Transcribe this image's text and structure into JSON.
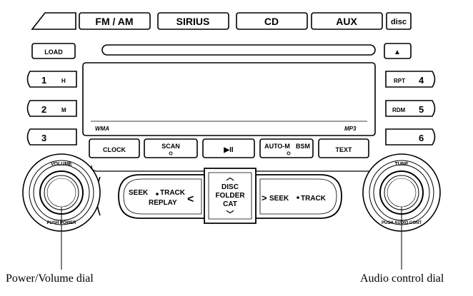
{
  "top_buttons": {
    "fm_am": "FM / AM",
    "sirius": "SIRIUS",
    "cd": "CD",
    "aux": "AUX",
    "disc_logo": "disc"
  },
  "load_button": "LOAD",
  "eject_symbol": "▲",
  "presets_left": {
    "p1_num": "1",
    "p1_sub": "H",
    "p2_num": "2",
    "p2_sub": "M",
    "p3_num": "3"
  },
  "presets_right": {
    "p4_label": "RPT",
    "p4_num": "4",
    "p5_label": "RDM",
    "p5_num": "5",
    "p6_num": "6"
  },
  "display": {
    "wma_logo": "WMA",
    "mp3_logo": "MP3"
  },
  "function_buttons": {
    "clock": "CLOCK",
    "scan": "SCAN",
    "play_pause": "▶II",
    "auto_m": "AUTO-M",
    "bsm": "BSM",
    "text": "TEXT"
  },
  "volume_dial": {
    "top_label": "VOLUME",
    "bottom_label": "PUSH POWER"
  },
  "tune_dial": {
    "top_label": "TUNE",
    "bottom_label": "PUSH AUDIO CONT"
  },
  "seek_left": {
    "line1": "SEEK",
    "track": "TRACK",
    "line2": "REPLAY",
    "arrow": "<"
  },
  "seek_right": {
    "arrow": ">",
    "label": "SEEK",
    "track": "TRACK"
  },
  "center_rocker": {
    "up": "︿",
    "line1": "DISC",
    "line2": "FOLDER",
    "line3": "CAT",
    "down": "﹀"
  },
  "captions": {
    "power_volume": "Power/Volume dial",
    "audio_control": "Audio control dial"
  }
}
